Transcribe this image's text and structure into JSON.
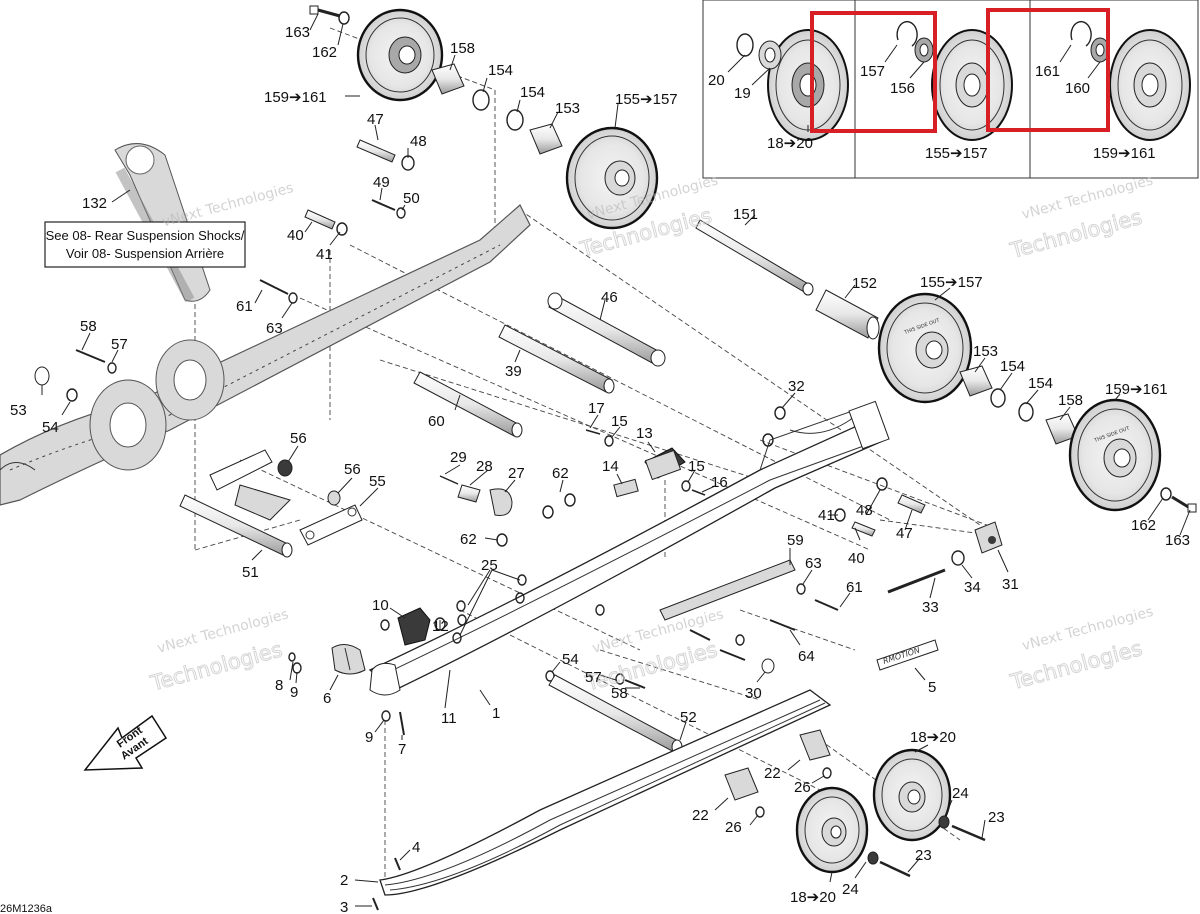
{
  "note": {
    "line1": "See 08- Rear Suspension Shocks/",
    "line2": "Voir 08- Suspension Arrière"
  },
  "front_label": {
    "line1": "Front",
    "line2": "Avant"
  },
  "reference_code": "26M1236a",
  "decal_text": "RMOTION",
  "wheel_text": "THIS SIDE OUT",
  "watermark": {
    "line1": "vNext Technologies",
    "line2": "Technologies"
  },
  "callouts": {
    "c163a": "163",
    "c162a": "162",
    "c159_161a": "159➔161",
    "c158a": "158",
    "c154a": "154",
    "c154b": "154",
    "c153a": "153",
    "c155_157a": "155➔157",
    "c47a": "47",
    "c48a": "48",
    "c49": "49",
    "c50": "50",
    "c132": "132",
    "c40a": "40",
    "c41a": "41",
    "c151": "151",
    "c61a": "61",
    "c63a": "63",
    "c46": "46",
    "c152": "152",
    "c155_157b": "155➔157",
    "c58a": "58",
    "c57a": "57",
    "c39": "39",
    "c53": "53",
    "c54a": "54",
    "c153b": "153",
    "c154c": "154",
    "c154d": "154",
    "c32": "32",
    "c159_161b": "159➔161",
    "c60": "60",
    "c17": "17",
    "c15a": "15",
    "c13": "13",
    "c158b": "158",
    "c56a": "56",
    "c29": "29",
    "c28": "28",
    "c27": "27",
    "c14": "14",
    "c15b": "15",
    "c16": "16",
    "c56b": "56",
    "c55": "55",
    "c62a": "62",
    "c48b": "48",
    "c41b": "41",
    "c47b": "47",
    "c162b": "162",
    "c163b": "163",
    "c62b": "62",
    "c25": "25",
    "c59": "59",
    "c40b": "40",
    "c63b": "63",
    "c51": "51",
    "c34": "34",
    "c31": "31",
    "c61b": "61",
    "c33": "33",
    "c10": "10",
    "c12": "12",
    "c64": "64",
    "c54b": "54",
    "c57b": "57",
    "c58b": "58",
    "c30": "30",
    "c8": "8",
    "c9a": "9",
    "c6": "6",
    "c11": "11",
    "c1": "1",
    "c5": "5",
    "c52": "52",
    "c9b": "9",
    "c7": "7",
    "c18_20a": "18➔20",
    "c22a": "22",
    "c26a": "26",
    "c24a": "24",
    "c22b": "22",
    "c26b": "26",
    "c23a": "23",
    "c4": "4",
    "c2": "2",
    "c3": "3",
    "c18_20b": "18➔20",
    "c24b": "24",
    "c23b": "23",
    "inset_20": "20",
    "inset_19": "19",
    "inset_18_20": "18➔20",
    "inset_157": "157",
    "inset_156": "156",
    "inset_155_157": "155➔157",
    "inset_161": "161",
    "inset_160": "160",
    "inset_159_161": "159➔161"
  },
  "colors": {
    "highlight": "#d91f26",
    "line": "#222222",
    "watermark": "#b7b7b7"
  }
}
